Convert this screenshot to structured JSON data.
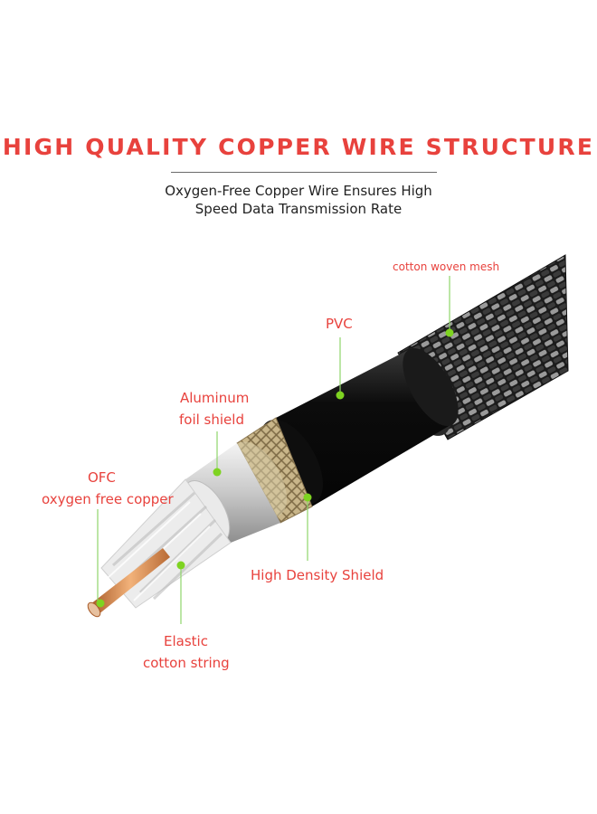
{
  "header": {
    "title": "HIGH QUALITY COPPER WIRE STRUCTURE",
    "subtitle_line1": "Oxygen-Free Copper Wire Ensures High",
    "subtitle_line2": "Speed Data Transmission Rate"
  },
  "labels": {
    "mesh": "cotton woven mesh",
    "pvc": "PVC",
    "foil_line1": "Aluminum",
    "foil_line2": "foil shield",
    "ofc_line1": "OFC",
    "ofc_line2": "oxygen free copper",
    "shield": "High Density Shield",
    "elastic_line1": "Elastic",
    "elastic_line2": "cotton string"
  },
  "colors": {
    "title": "#e8423d",
    "label": "#e8423d",
    "callout_dot": "#7ed321",
    "callout_line": "#8fd66a",
    "pvc_jacket": "#111111",
    "braid_shield": "#c9b68a",
    "copper": "#d38a4f"
  }
}
